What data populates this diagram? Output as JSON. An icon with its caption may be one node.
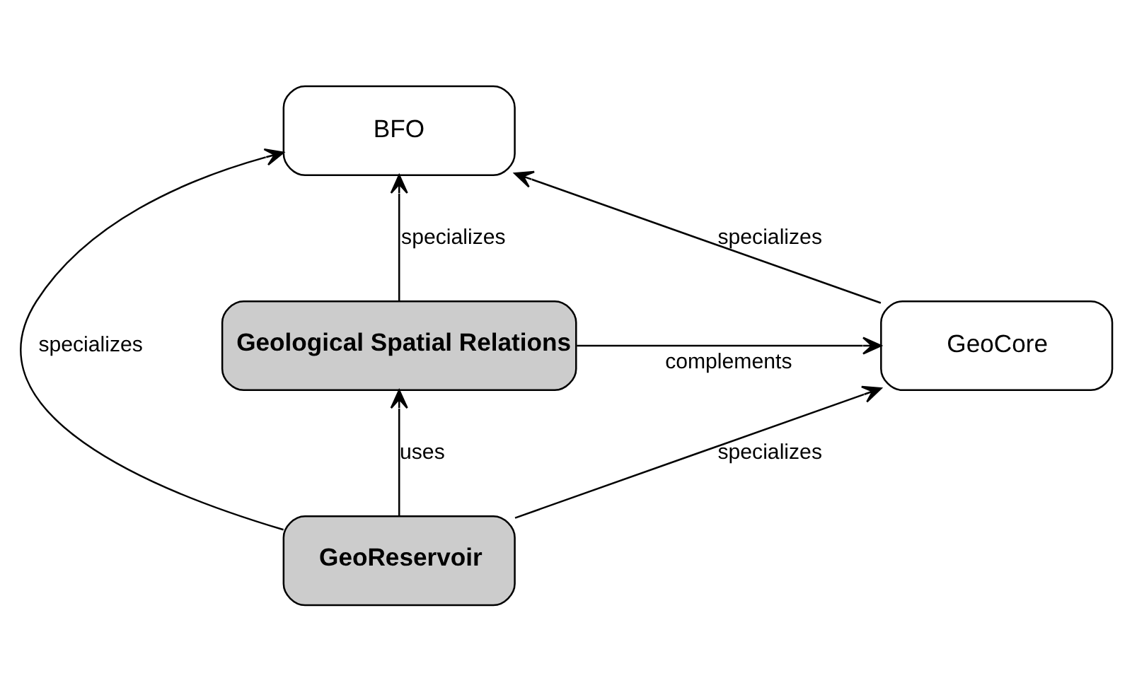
{
  "diagram": {
    "nodes": [
      {
        "text": [
          "BFO"
        ]
      },
      {
        "text": [
          "GeoCore"
        ]
      },
      {
        "text": [
          "Geological Spatial Relations"
        ]
      },
      {
        "text": [
          "GeoReservoir"
        ]
      }
    ],
    "edges": [
      {
        "from": 1,
        "to": 0,
        "arrow": "to",
        "label": "specializes"
      },
      {
        "from": 2,
        "to": 0,
        "arrow": "to",
        "label": "specializes"
      },
      {
        "from": 2,
        "to": 1,
        "arrow": "to",
        "label": "complements"
      },
      {
        "from": 3,
        "to": 1,
        "arrow": "to",
        "label": "specializes"
      },
      {
        "from": 3,
        "to": 0,
        "arrow": "to",
        "label": "specializes"
      },
      {
        "from": 3,
        "to": 2,
        "arrow": "to",
        "label": "uses"
      }
    ]
  }
}
